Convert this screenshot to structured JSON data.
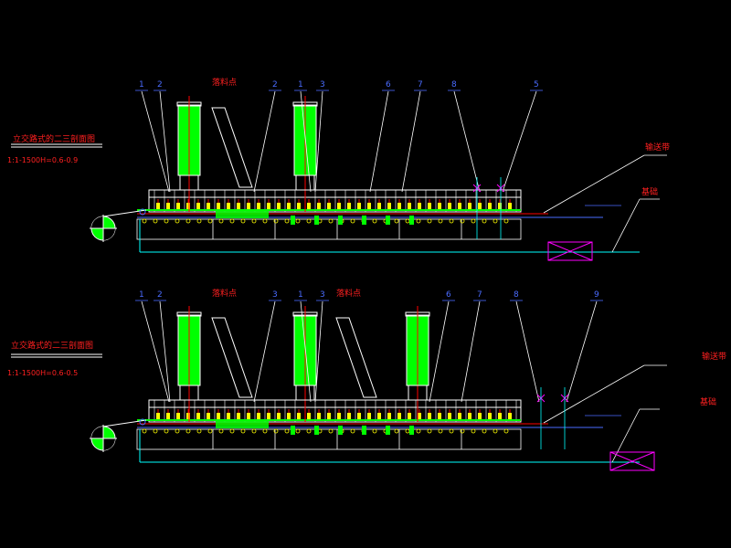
{
  "colors": {
    "background": "#000000",
    "frame": "#ffffff",
    "leader": "#00ffff",
    "tank": "#00ff00",
    "red": "#ff0000",
    "yellow": "#ffff00",
    "magenta": "#ff00ff",
    "blue": "#4a6bff",
    "label_red": "#ff2020"
  },
  "section_top": {
    "title": "立交路式的二三剖面图",
    "subtitle": "1:1-1500H=0.6-0.9",
    "numbers": [
      "1",
      "2",
      "2",
      "1",
      "3",
      "6",
      "7",
      "8",
      "5"
    ],
    "tags": {
      "tank_a": "落料点",
      "tail_right": "输送带",
      "base_right": "基础"
    }
  },
  "section_bottom": {
    "title": "立交路式的二三剖面图",
    "subtitle": "1:1-1500H=0.6-0.5",
    "numbers": [
      "1",
      "2",
      "3",
      "1",
      "3",
      "6",
      "7",
      "8",
      "9"
    ],
    "tags": {
      "tank_a": "落料点",
      "tank_b": "落料点",
      "tail_right": "输送带",
      "base_right": "基础"
    }
  }
}
